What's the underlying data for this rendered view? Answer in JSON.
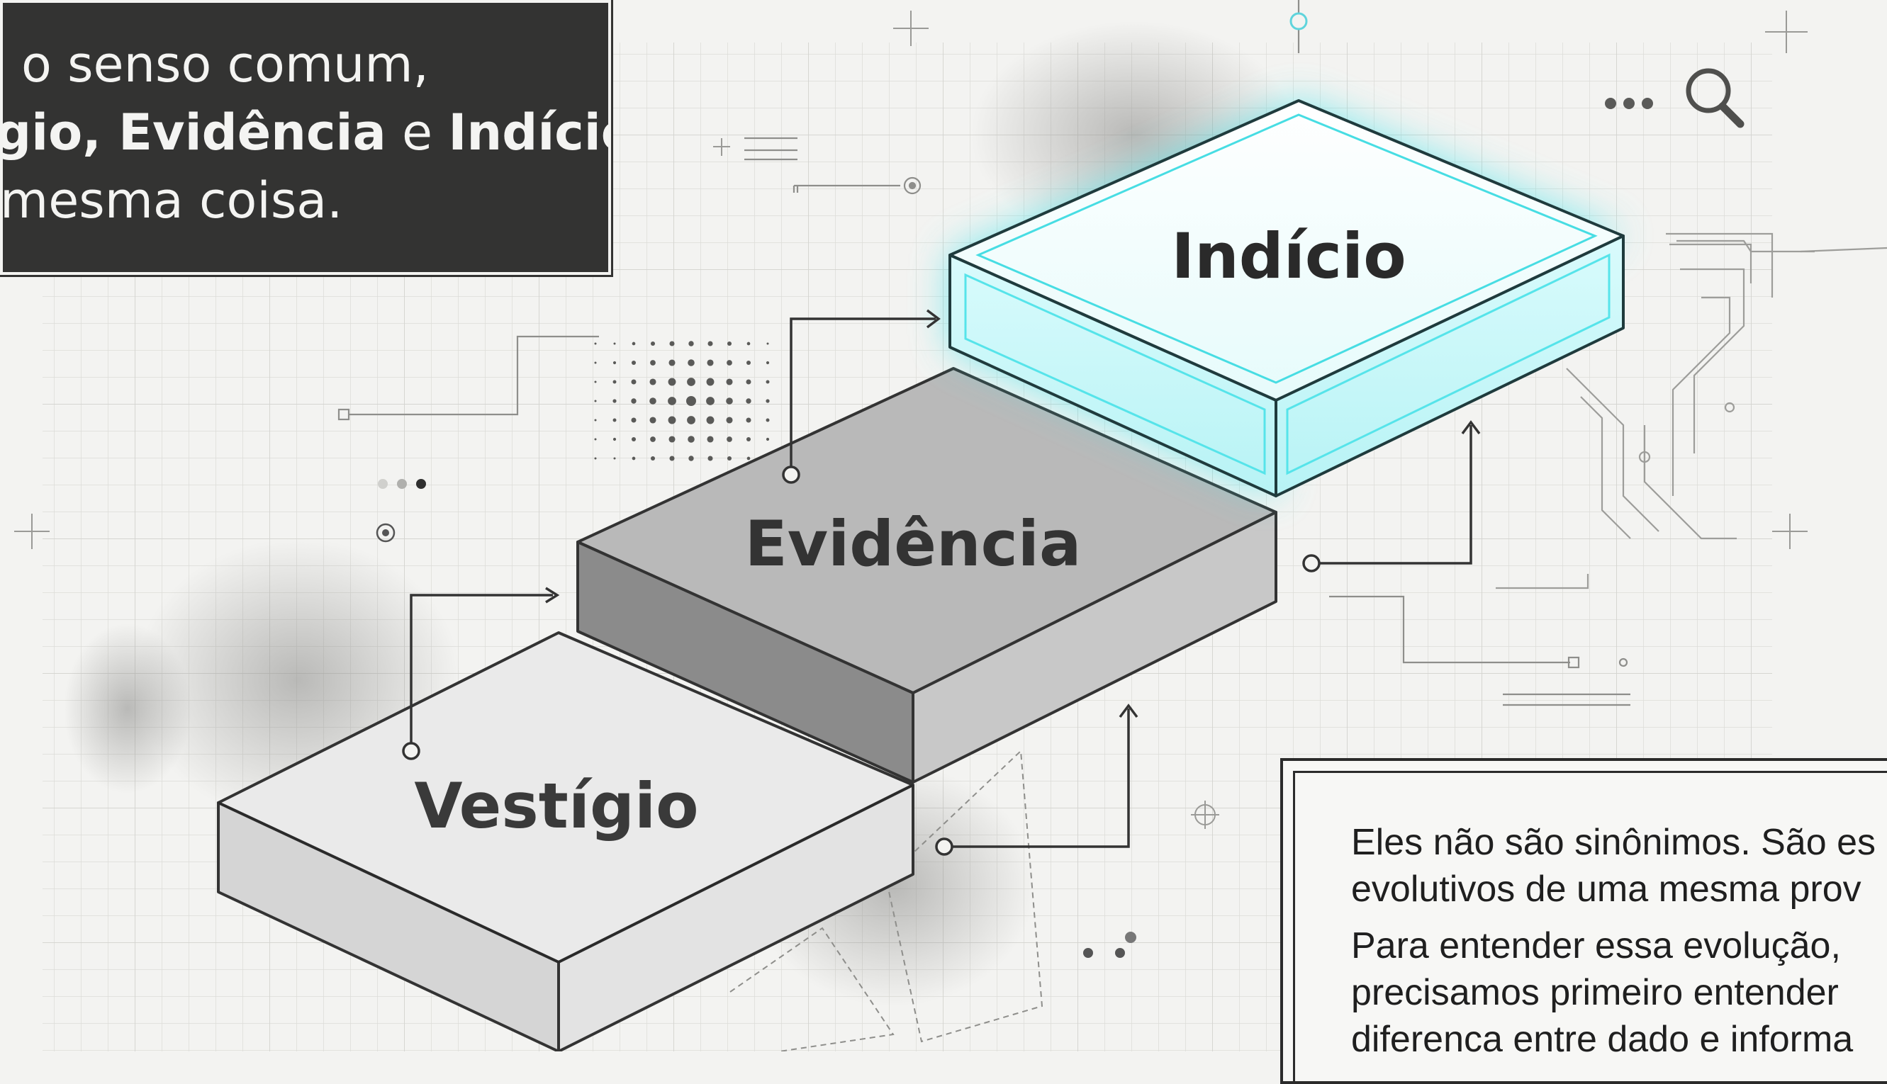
{
  "header_panel": {
    "line1": "o senso comum,",
    "line2_a": "gio, ",
    "line2_b": "Evidência",
    "line2_c": " e ",
    "line2_d": "Indício",
    "line3": "mesma coisa."
  },
  "steps": {
    "vestigio": "Vestígio",
    "evidencia": "Evidência",
    "indicio": "Indício"
  },
  "info_panel": {
    "line1": "Eles não são sinônimos. São es",
    "line2": "evolutivos de uma mesma prov",
    "line3": "Para entender essa evolução,",
    "line4": "precisamos primeiro entender",
    "line5": "diferenca entre dado e informa"
  },
  "colors": {
    "background": "#f3f3f1",
    "grid": "#d9d9d6",
    "dark_panel": "#333332",
    "highlight": "#39e0e8",
    "ink": "#2b2b2b"
  }
}
